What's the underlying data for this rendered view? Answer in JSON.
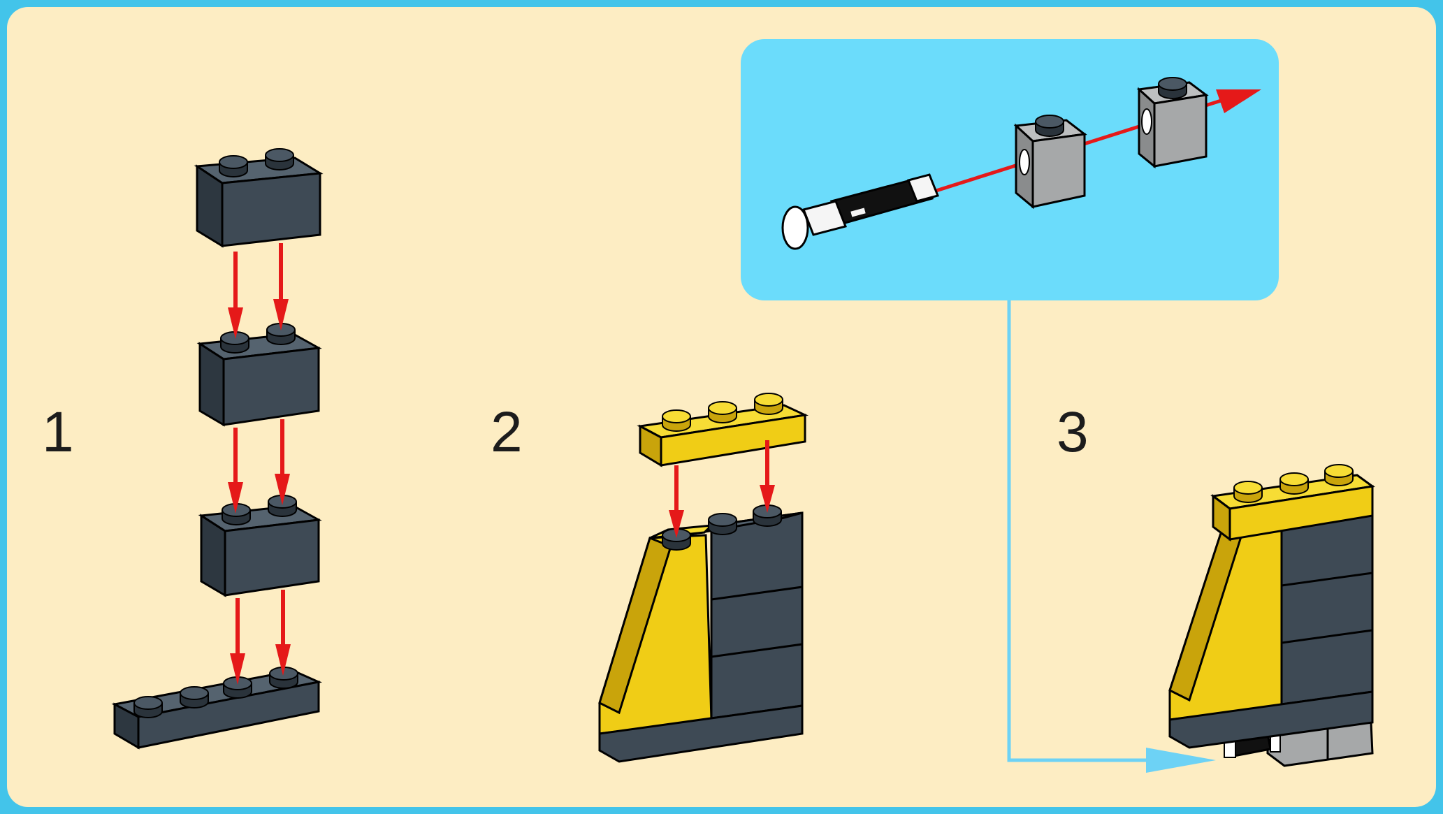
{
  "steps": [
    {
      "number": "1"
    },
    {
      "number": "2"
    },
    {
      "number": "3"
    }
  ],
  "colors": {
    "frame_border": "#43c4ea",
    "background": "#fdedc3",
    "callout_background": "#6bdcfb",
    "dark_brick": "#3e4a55",
    "yellow_brick": "#f0cd16",
    "gray_brick": "#a6a8a9",
    "arrow": "#e51919",
    "connector_line": "#6dd2f5"
  },
  "icons": [
    "arrow-down-icon",
    "arrow-right-icon"
  ]
}
